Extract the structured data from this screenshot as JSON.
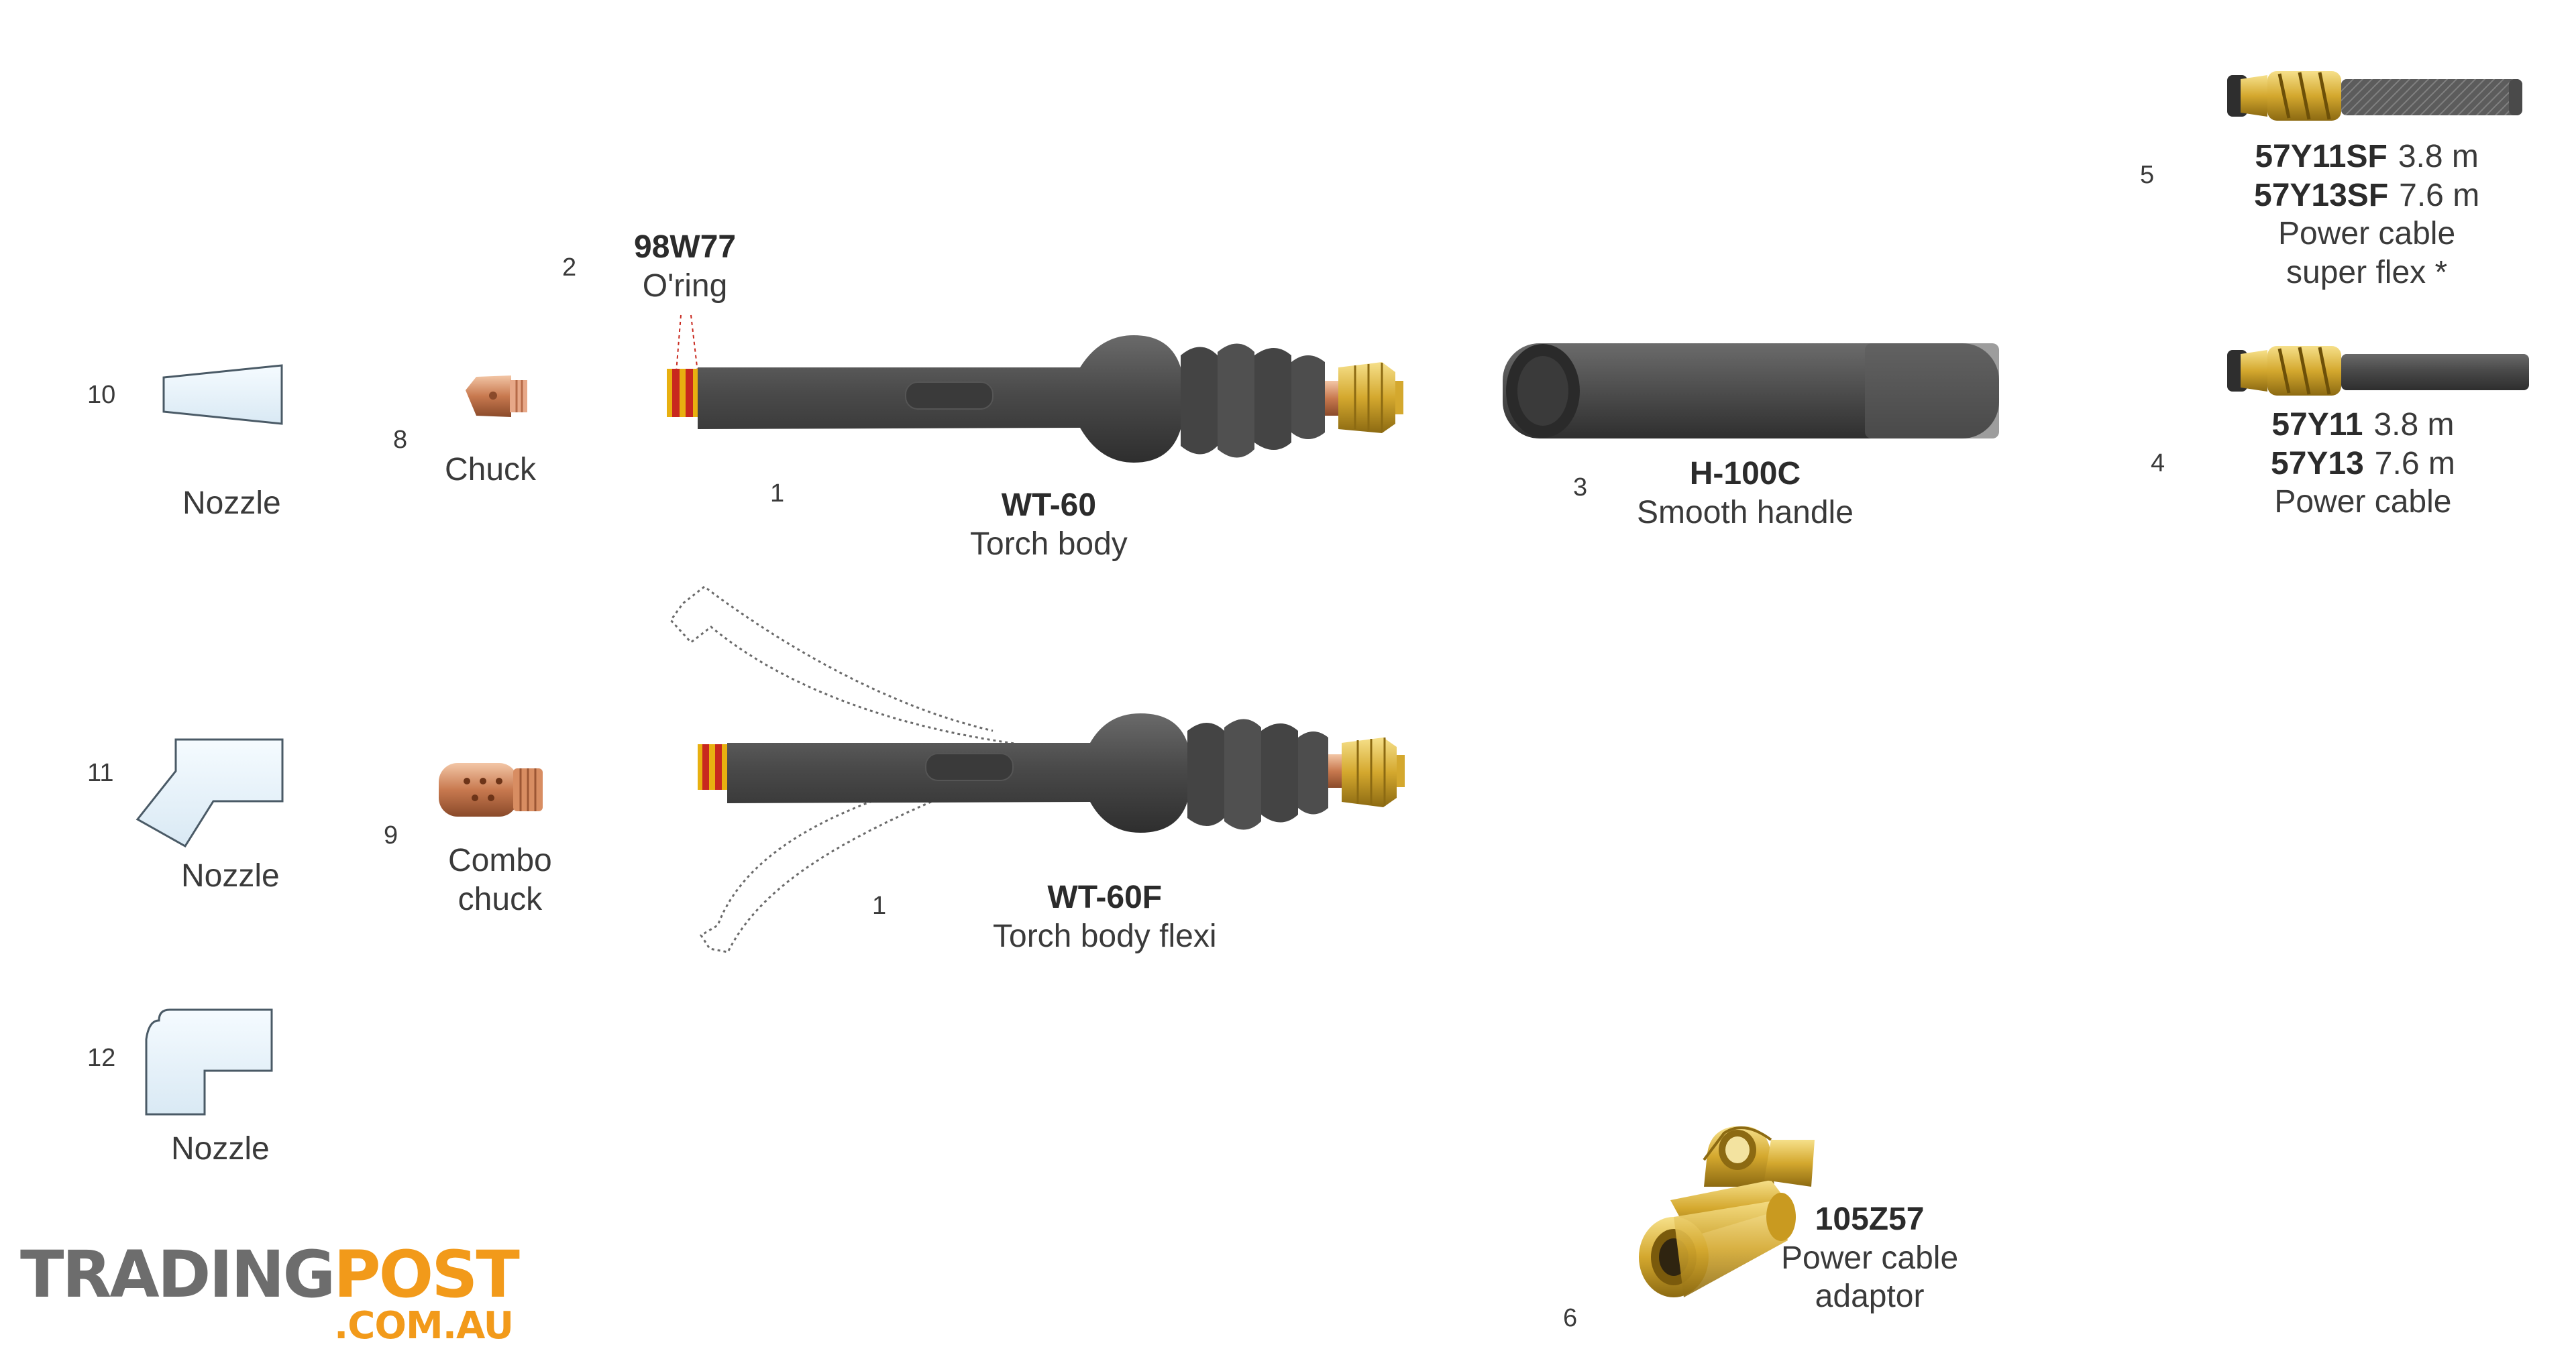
{
  "parts": [
    {
      "num": "10",
      "label": "Nozzle"
    },
    {
      "num": "11",
      "label": "Nozzle"
    },
    {
      "num": "12",
      "label": "Nozzle"
    },
    {
      "num": "8",
      "label": "Chuck"
    },
    {
      "num": "9",
      "label": "Combo chuck",
      "lines": [
        "Combo",
        "chuck"
      ]
    },
    {
      "num": "2",
      "code": "98W77",
      "label": "O'ring"
    },
    {
      "num": "1",
      "code": "WT-60",
      "label": "Torch body"
    },
    {
      "num": "1",
      "code": "WT-60F",
      "label": "Torch body flexi"
    },
    {
      "num": "3",
      "code": "H-100C",
      "label": "Smooth handle"
    },
    {
      "num": "5",
      "variants": [
        {
          "code": "57Y11SF",
          "length": "3.8 m"
        },
        {
          "code": "57Y13SF",
          "length": "7.6 m"
        }
      ],
      "label_lines": [
        "Power cable",
        "super flex *"
      ]
    },
    {
      "num": "4",
      "variants": [
        {
          "code": "57Y11",
          "length": "3.8 m"
        },
        {
          "code": "57Y13",
          "length": "7.6 m"
        }
      ],
      "label": "Power cable"
    },
    {
      "num": "6",
      "code": "105Z57",
      "label_lines": [
        "Power cable",
        "adaptor"
      ]
    }
  ],
  "watermark": {
    "brand_left": "TRADING",
    "brand_right": "POST",
    "domain": ".COM.AU"
  },
  "colors": {
    "torch_body": "#4a4a4a",
    "brass": "#d9b23a",
    "copper": "#c8794f",
    "oring_red": "#c8281e",
    "nozzle_fill": "#e6f1f8",
    "logo_orange": "#f29a1a",
    "logo_grey": "#6d6d6d"
  }
}
